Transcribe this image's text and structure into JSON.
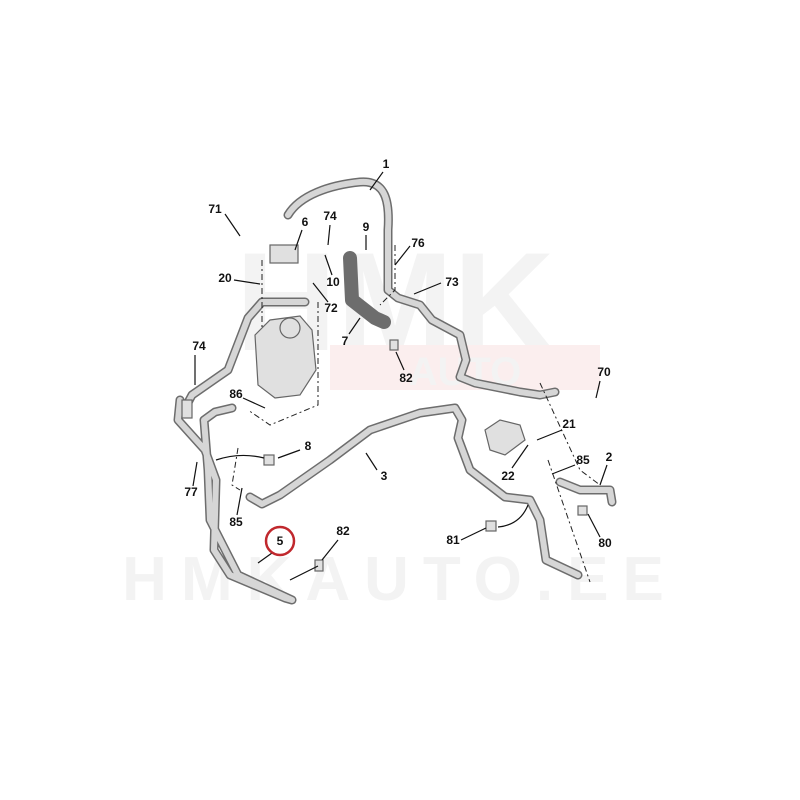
{
  "watermark": {
    "line1": "HMK",
    "line2": "AUTO",
    "line3": "HMKAUTO.EE"
  },
  "highlight_color": "#c0282d",
  "highlighted_part": "5",
  "callouts": [
    {
      "id": "c1",
      "label": "1"
    },
    {
      "id": "c71",
      "label": "71"
    },
    {
      "id": "c6",
      "label": "6"
    },
    {
      "id": "c74a",
      "label": "74"
    },
    {
      "id": "c9",
      "label": "9"
    },
    {
      "id": "c76",
      "label": "76"
    },
    {
      "id": "c20",
      "label": "20"
    },
    {
      "id": "c10",
      "label": "10"
    },
    {
      "id": "c72",
      "label": "72"
    },
    {
      "id": "c73",
      "label": "73"
    },
    {
      "id": "c7",
      "label": "7"
    },
    {
      "id": "c82a",
      "label": "82"
    },
    {
      "id": "c74b",
      "label": "74"
    },
    {
      "id": "c70",
      "label": "70"
    },
    {
      "id": "c86",
      "label": "86"
    },
    {
      "id": "c21",
      "label": "21"
    },
    {
      "id": "c8",
      "label": "8"
    },
    {
      "id": "c3",
      "label": "3"
    },
    {
      "id": "c22",
      "label": "22"
    },
    {
      "id": "c85a",
      "label": "85"
    },
    {
      "id": "c2",
      "label": "2"
    },
    {
      "id": "c77",
      "label": "77"
    },
    {
      "id": "c85b",
      "label": "85"
    },
    {
      "id": "c82b",
      "label": "82"
    },
    {
      "id": "c5",
      "label": "5"
    },
    {
      "id": "c81",
      "label": "81"
    },
    {
      "id": "c80",
      "label": "80"
    }
  ]
}
